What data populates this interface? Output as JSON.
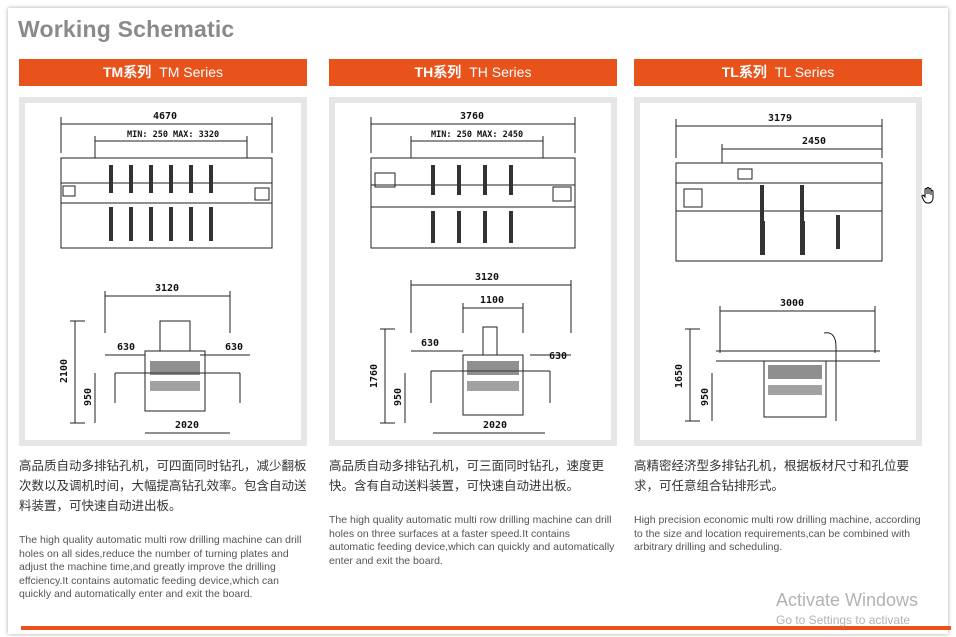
{
  "title": "Working Schematic",
  "columns": [
    {
      "series_zh": "TM系列",
      "series_en": "TM Series",
      "top_dims": {
        "width": "4670",
        "minmax": "MIN: 250   MAX: 3320"
      },
      "bottom_dims": {
        "top": "3120",
        "left": "630",
        "right": "630",
        "height": "2100",
        "mid": "950",
        "base": "2020"
      },
      "desc_zh": "高品质自动多排钻孔机，可四面同时钻孔，减少翻板次数以及调机时间，大幅提高钻孔效率。包含自动送料装置，可快速自动进出板。",
      "desc_en": "The high quality automatic multi row drilling machine can drill holes on all sides,reduce the number of turning plates and adjust the machine time,and greatly improve the drilling effciency.It contains automatic feeding device,which can quickly and automatically enter and exit the board."
    },
    {
      "series_zh": "TH系列",
      "series_en": "TH Series",
      "top_dims": {
        "width": "3760",
        "minmax": "MIN: 250   MAX: 2450"
      },
      "bottom_dims": {
        "top": "3120",
        "inner": "1100",
        "left": "630",
        "right": "630",
        "height": "1760",
        "mid": "950",
        "base": "2020"
      },
      "desc_zh": "高品质自动多排钻孔机，可三面同时钻孔，速度更快。含有自动送料装置，可快速自动进出板。",
      "desc_en": "The high quality automatic multi row drilling machine can drill holes on three surfaces at a faster speed.It contains automatic feeding device,which can quickly and automatically enter and exit the board."
    },
    {
      "series_zh": "TL系列",
      "series_en": "TL Series",
      "top_dims": {
        "width": "3179",
        "inner": "2450"
      },
      "bottom_dims": {
        "top": "3000",
        "height": "1650",
        "mid": "950"
      },
      "desc_zh": "高精密经济型多排钻孔机，根据板材尺寸和孔位要求，可任意组合钻排形式。",
      "desc_en": "High precision economic multi row drilling machine, according to the size and location requirements,can be combined with arbitrary drilling and scheduling."
    }
  ],
  "watermark": {
    "line1": "Activate Windows",
    "line2": "Go to Settings to activate"
  },
  "colors": {
    "accent": "#e8521b",
    "title": "#8a8a8a",
    "frame": "#e6e6e6"
  }
}
